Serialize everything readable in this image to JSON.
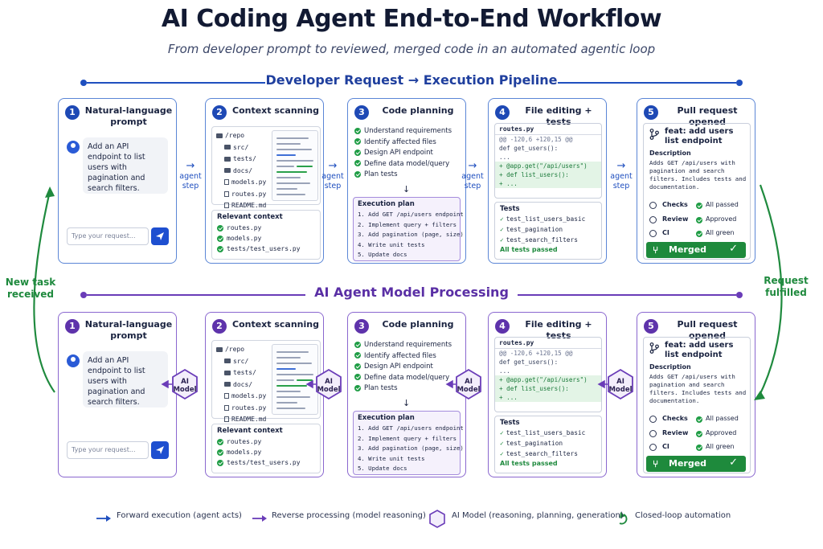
{
  "title": "AI Coding Agent End-to-End Workflow",
  "subtitle": "From developer prompt to reviewed, merged code in an automated agentic loop",
  "sections": {
    "top": "Developer Request → Execution Pipeline",
    "bottom": "AI Agent Model Processing"
  },
  "steps": {
    "s1": {
      "num": "1",
      "title": "Natural-language prompt",
      "prompt": "Add an API endpoint to list users with pagination and search filters.",
      "placeholder": "Type your request..."
    },
    "s2": {
      "num": "2",
      "title": "Context scanning",
      "tree": [
        "/repo",
        "src/",
        "tests/",
        "docs/",
        "models.py",
        "routes.py",
        "README.md"
      ],
      "relevant_title": "Relevant context",
      "relevant": [
        "routes.py",
        "models.py",
        "tests/test_users.py"
      ]
    },
    "s3": {
      "num": "3",
      "title": "Code planning",
      "plan": [
        "Understand requirements",
        "Identify affected files",
        "Design API endpoint",
        "Define data model/query",
        "Plan tests"
      ],
      "exec_title": "Execution plan",
      "exec": [
        "1. Add GET /api/users endpoint",
        "2. Implement query + filters",
        "3. Add pagination (page, size)",
        "4. Write unit tests",
        "5. Update docs"
      ]
    },
    "s4": {
      "num": "4",
      "title": "File editing + tests",
      "file": "routes.py",
      "diff": [
        "@@ -120,6 +120,15 @@",
        "  def get_users():",
        "    ...",
        "+ @app.get(\"/api/users\")",
        "+ def list_users():",
        "+     ..."
      ],
      "tests_title": "Tests",
      "tests": [
        "test_list_users_basic",
        "test_pagination",
        "test_search_filters"
      ],
      "tests_pass": "All tests passed"
    },
    "s5": {
      "num": "5",
      "title": "Pull request opened",
      "pr_title": "feat: add users list endpoint",
      "desc_title": "Description",
      "desc": "Adds GET /api/users with pagination and search filters. Includes tests and documentation.",
      "checks": [
        {
          "label": "Checks",
          "value": "All passed"
        },
        {
          "label": "Review",
          "value": "Approved"
        },
        {
          "label": "CI",
          "value": "All green"
        }
      ],
      "merged": "Merged"
    }
  },
  "connectors": {
    "agent_step": "agent step",
    "ai_model": "AI Model"
  },
  "side_labels": {
    "left": "New task received",
    "right": "Request fulfilled"
  },
  "legend": {
    "forward": "Forward execution (agent acts)",
    "reverse": "Reverse processing (model reasoning)",
    "model": "AI Model (reasoning, planning, generation)",
    "loop": "Closed-loop automation"
  },
  "colors": {
    "blue": "#1f4fbf",
    "purple": "#6a3cb8",
    "green": "#1f8a3e"
  }
}
